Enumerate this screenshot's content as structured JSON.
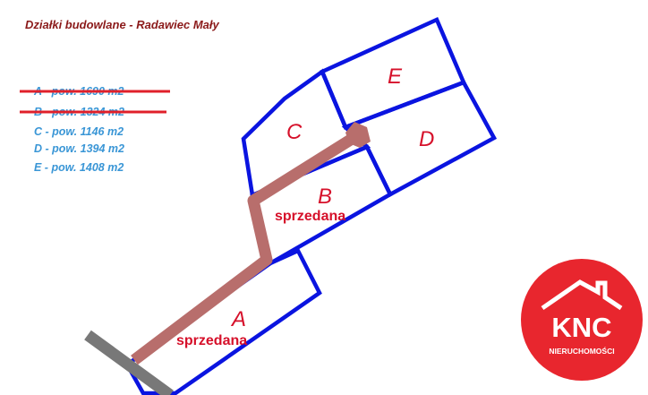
{
  "title": "Działki budowlane -  Radawiec Mały",
  "legend": [
    {
      "text": "A - pow. 1690 m2",
      "crossed_out": true
    },
    {
      "text": "B - pow. 1324 m2",
      "crossed_out": true
    },
    {
      "text": "C - pow. 1146 m2",
      "crossed_out": false
    },
    {
      "text": "D - pow. 1394 m2",
      "crossed_out": false
    },
    {
      "text": "E - pow. 1408 m2",
      "crossed_out": false
    }
  ],
  "plots": {
    "A": {
      "label": "A",
      "status": "sprzedana"
    },
    "B": {
      "label": "B",
      "status": "sprzedana"
    },
    "C": {
      "label": "C"
    },
    "D": {
      "label": "D"
    },
    "E": {
      "label": "E"
    }
  },
  "logo": {
    "main": "KNC",
    "sub": "NIERUCHOMOŚCI"
  },
  "colors": {
    "plot_outline": "#0a14e0",
    "road": "#b86e6c",
    "access_road": "#787878",
    "label_red": "#d6102a",
    "legend_blue": "#3a96d6",
    "title": "#8b1a1a",
    "strike": "#e0202a",
    "logo_bg": "#e8262e"
  }
}
